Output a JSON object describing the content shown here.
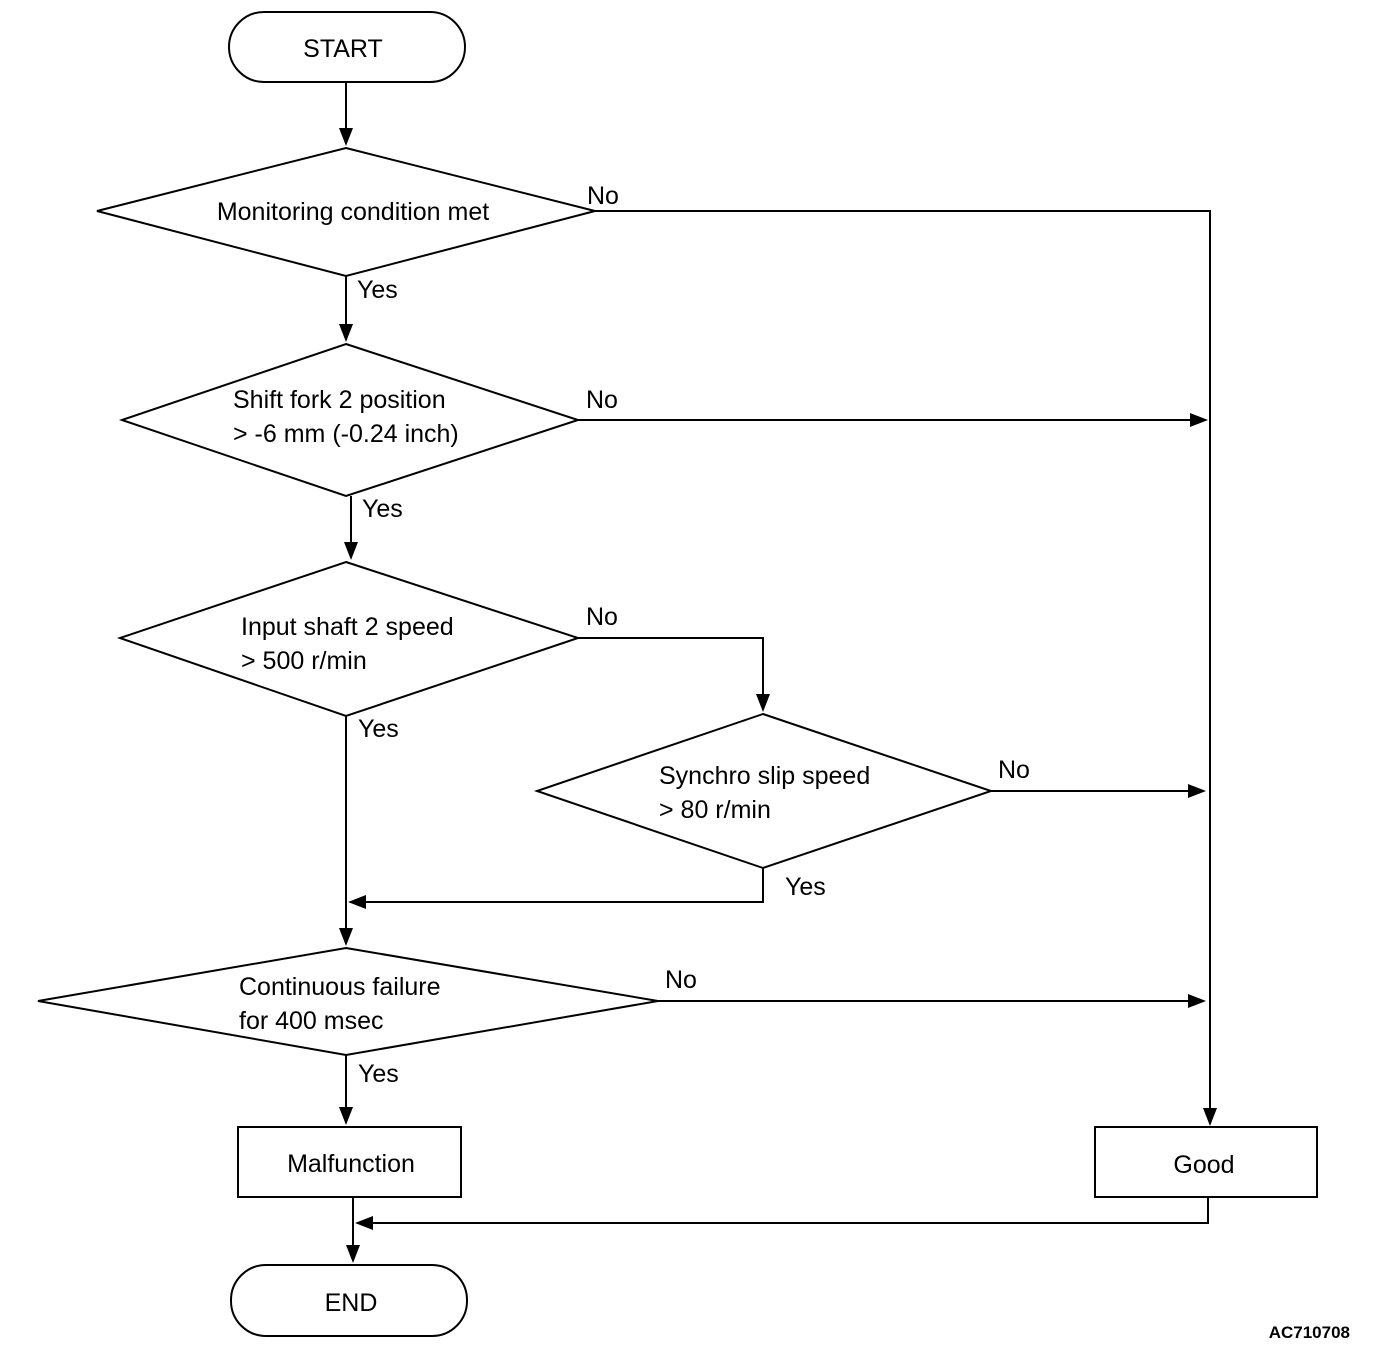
{
  "terminals": {
    "start": "START",
    "end": "END"
  },
  "decisions": {
    "monitoring": {
      "line1": "Monitoring condition met"
    },
    "shift_fork": {
      "line1": "Shift fork 2 position",
      "line2": "> -6 mm (-0.24 inch)"
    },
    "input_shaft": {
      "line1": "Input shaft 2 speed",
      "line2": "> 500 r/min"
    },
    "synchro": {
      "line1": "Synchro slip speed",
      "line2": "> 80 r/min"
    },
    "continuous": {
      "line1": "Continuous failure",
      "line2": "for 400 msec"
    }
  },
  "results": {
    "malfunction": "Malfunction",
    "good": "Good"
  },
  "branch_labels": {
    "yes": "Yes",
    "no": "No"
  },
  "figure_code": "AC710708"
}
